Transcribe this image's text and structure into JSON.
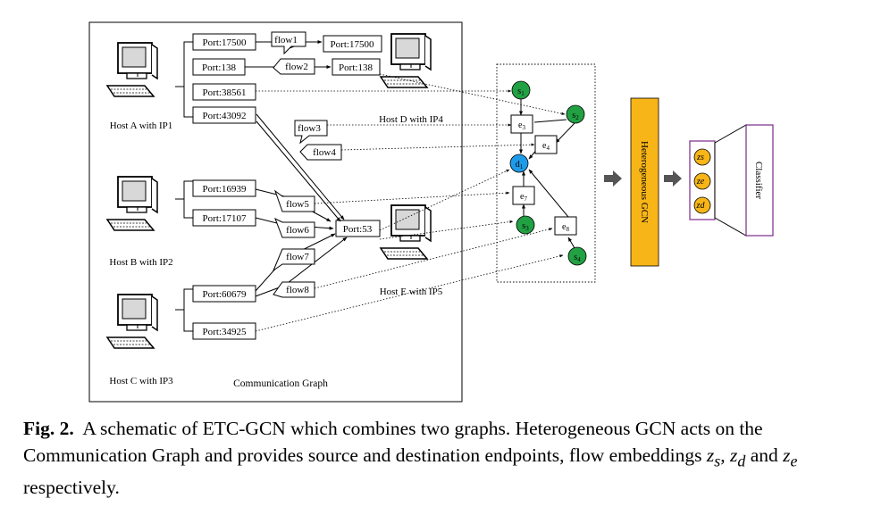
{
  "diagram": {
    "graph_label": "Communication Graph",
    "hosts": [
      {
        "id": "A",
        "label": "Host A with IP1"
      },
      {
        "id": "B",
        "label": "Host B with IP2"
      },
      {
        "id": "C",
        "label": "Host C with IP3"
      },
      {
        "id": "D",
        "label": "Host D with IP4"
      },
      {
        "id": "E",
        "label": "Host E with IP5"
      }
    ],
    "ports": {
      "a1": "Port:17500",
      "a2": "Port:138",
      "a3": "Port:38561",
      "a4": "Port:43092",
      "b1": "Port:16939",
      "b2": "Port:17107",
      "c1": "Port:60679",
      "c2": "Port:34925",
      "d1": "Port:17500",
      "d2": "Port:138",
      "e1": "Port:53"
    },
    "flows": [
      "flow1",
      "flow2",
      "flow3",
      "flow4",
      "flow5",
      "flow6",
      "flow7",
      "flow8"
    ],
    "gcn_label": "Heterogeneous GCN",
    "classifier_label": "Classifier",
    "embeddings": [
      "zs",
      "ze",
      "zd"
    ],
    "hetero_nodes": {
      "s1": {
        "base": "s",
        "sub": "1",
        "color": "#22a044"
      },
      "s2": {
        "base": "s",
        "sub": "2",
        "color": "#22a044"
      },
      "s3": {
        "base": "s",
        "sub": "3",
        "color": "#22a044"
      },
      "s4": {
        "base": "s",
        "sub": "4",
        "color": "#22a044"
      },
      "d1": {
        "base": "d",
        "sub": "1",
        "color": "#1e9be8"
      },
      "e3": {
        "base": "e",
        "sub": "3"
      },
      "e4": {
        "base": "e",
        "sub": "4"
      },
      "e7": {
        "base": "e",
        "sub": "7"
      },
      "e8": {
        "base": "e",
        "sub": "8"
      }
    },
    "colors": {
      "gcn": "#f7b518",
      "embedding": "#f7b518",
      "classifier_border": "#7a2a8a",
      "arrow": "#555555"
    }
  },
  "caption": {
    "fig_label": "Fig. 2.",
    "text_1": "A schematic of ETC-GCN which combines two graphs. Heterogeneous GCN acts on the Communication Graph and provides source and destination endpoints, flow embeddings ",
    "z1": "z",
    "z1_sub": "s",
    "sep": ", ",
    "z2": "z",
    "z2_sub": "d",
    "text_2": " and ",
    "z3": "z",
    "z3_sub": "e",
    "text_3": " respectively."
  }
}
